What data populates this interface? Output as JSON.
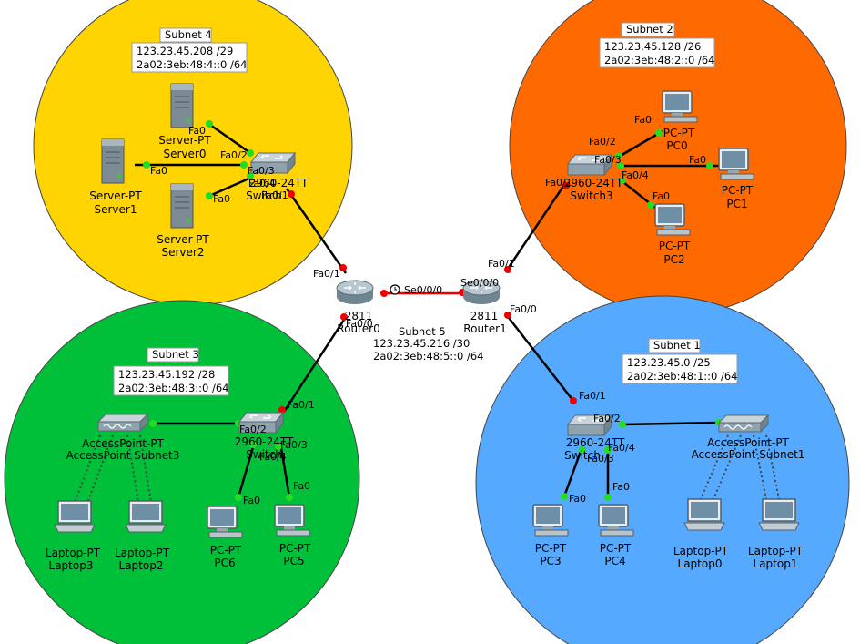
{
  "colors": {
    "subnet4": "#ffd400",
    "subnet2": "#ff6a00",
    "subnet3": "#00c03a",
    "subnet1": "#55aaff",
    "link_up": "#22dd22",
    "link_down": "#ee0000",
    "serial_link": "#ee0000"
  },
  "subnets": {
    "s4": {
      "title": "Subnet 4",
      "ipv4": "123.23.45.208 /29",
      "ipv6": "2a02:3eb:48:4::0 /64"
    },
    "s2": {
      "title": "Subnet 2",
      "ipv4": "123.23.45.128 /26",
      "ipv6": "2a02:3eb:48:2::0 /64"
    },
    "s3": {
      "title": "Subnet 3",
      "ipv4": "123.23.45.192 /28",
      "ipv6": "2a02:3eb:48:3::0 /64"
    },
    "s1": {
      "title": "Subnet 1",
      "ipv4": "123.23.45.0 /25",
      "ipv6": "2a02:3eb:48:1::0 /64"
    },
    "s5": {
      "title": "Subnet 5",
      "ipv4": "123.23.45.216 /30",
      "ipv6": "2a02:3eb:48:5::0 /64"
    }
  },
  "devices": {
    "server0": {
      "type": "Server-PT",
      "name": "Server0",
      "icon": "server-icon"
    },
    "server1": {
      "type": "Server-PT",
      "name": "Server1",
      "icon": "server-icon"
    },
    "server2": {
      "type": "Server-PT",
      "name": "Server2",
      "icon": "server-icon"
    },
    "switch_s4": {
      "model": "2960-24TT",
      "name": "Switch",
      "icon": "switch-icon"
    },
    "pc0": {
      "type": "PC-PT",
      "name": "PC0",
      "icon": "pc-icon"
    },
    "pc1": {
      "type": "PC-PT",
      "name": "PC1",
      "icon": "pc-icon"
    },
    "pc2": {
      "type": "PC-PT",
      "name": "PC2",
      "icon": "pc-icon"
    },
    "switch3": {
      "model": "2960-24TT",
      "name": "Switch3",
      "icon": "switch-icon"
    },
    "router0": {
      "model": "2811",
      "name": "Router0",
      "icon": "router-icon"
    },
    "router1": {
      "model": "2811",
      "name": "Router1",
      "icon": "router-icon"
    },
    "ap_s3": {
      "type": "AccessPoint-PT",
      "name": "AccessPoint Subnet3",
      "icon": "access-point-icon"
    },
    "switch_s3": {
      "model": "2960-24TT",
      "name": "Switch",
      "icon": "switch-icon"
    },
    "laptop3": {
      "type": "Laptop-PT",
      "name": "Laptop3",
      "icon": "laptop-icon"
    },
    "laptop2": {
      "type": "Laptop-PT",
      "name": "Laptop2",
      "icon": "laptop-icon"
    },
    "pc6": {
      "type": "PC-PT",
      "name": "PC6",
      "icon": "pc-icon"
    },
    "pc5": {
      "type": "PC-PT",
      "name": "PC5",
      "icon": "pc-icon"
    },
    "switch_s1": {
      "model": "2960-24TT",
      "name": "Switch",
      "icon": "switch-icon"
    },
    "ap_s1": {
      "type": "AccessPoint-PT",
      "name": "AccessPoint Subnet1",
      "icon": "access-point-icon"
    },
    "pc3": {
      "type": "PC-PT",
      "name": "PC3",
      "icon": "pc-icon"
    },
    "pc4": {
      "type": "PC-PT",
      "name": "PC4",
      "icon": "pc-icon"
    },
    "laptop0": {
      "type": "Laptop-PT",
      "name": "Laptop0",
      "icon": "laptop-icon"
    },
    "laptop1": {
      "type": "Laptop-PT",
      "name": "Laptop1",
      "icon": "laptop-icon"
    }
  },
  "ports": {
    "fa0": "Fa0",
    "fa0_1": "Fa0/1",
    "fa0_2": "Fa0/2",
    "fa0_3": "Fa0/3",
    "fa0_4": "Fa0/4",
    "fa0_0": "Fa0/0",
    "se0_0_0": "Se0/0/0"
  }
}
